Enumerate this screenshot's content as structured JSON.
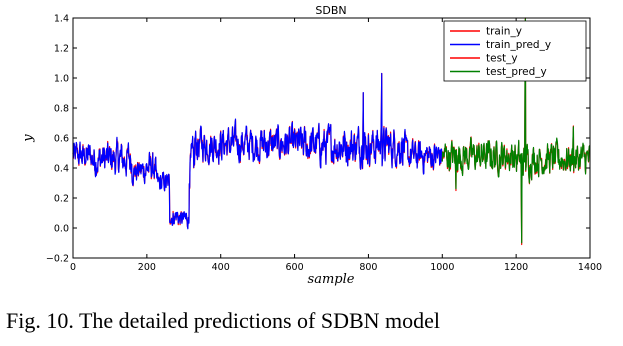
{
  "chart_data": {
    "type": "line",
    "title": "SDBN",
    "xlabel": "sample",
    "ylabel": "y",
    "xlim": [
      0,
      1400
    ],
    "ylim": [
      -0.2,
      1.4
    ],
    "x_ticks": [
      "0",
      "200",
      "400",
      "600",
      "800",
      "1000",
      "1200",
      "1400"
    ],
    "y_ticks": [
      "−0.2",
      "0.0",
      "0.2",
      "0.4",
      "0.6",
      "0.8",
      "1.0",
      "1.2",
      "1.4"
    ],
    "legend_position": "top-right",
    "grid": false,
    "series": [
      {
        "name": "train_y",
        "color": "#ff0000",
        "x_range": [
          0,
          1000
        ]
      },
      {
        "name": "train_pred_y",
        "color": "#0000ff",
        "x_range": [
          0,
          1000
        ]
      },
      {
        "name": "test_y",
        "color": "#ff0000",
        "x_range": [
          1000,
          1400
        ]
      },
      {
        "name": "test_pred_y",
        "color": "#008000",
        "x_range": [
          1000,
          1400
        ]
      }
    ],
    "segments": [
      {
        "x": [
          0,
          50
        ],
        "mean": 0.48,
        "spread": 0.08
      },
      {
        "x": [
          50,
          160
        ],
        "mean": 0.46,
        "spread": 0.1
      },
      {
        "x": [
          160,
          190
        ],
        "mean": 0.38,
        "spread": 0.07
      },
      {
        "x": [
          190,
          225
        ],
        "mean": 0.4,
        "spread": 0.09
      },
      {
        "x": [
          225,
          262
        ],
        "mean": 0.3,
        "spread": 0.06
      },
      {
        "x": [
          262,
          285
        ],
        "mean": 0.08,
        "spread": 0.05
      },
      {
        "x": [
          285,
          315
        ],
        "mean": 0.06,
        "spread": 0.05
      },
      {
        "x": [
          315,
          330
        ],
        "mean": 0.42,
        "spread": 0.12
      },
      {
        "x": [
          330,
          620
        ],
        "mean": 0.56,
        "spread": 0.1
      },
      {
        "x": [
          620,
          900
        ],
        "mean": 0.55,
        "spread": 0.11
      },
      {
        "x": [
          900,
          1000
        ],
        "mean": 0.48,
        "spread": 0.09
      },
      {
        "x": [
          1000,
          1200
        ],
        "mean": 0.48,
        "spread": 0.09
      },
      {
        "x": [
          1200,
          1240
        ],
        "mean": 0.45,
        "spread": 0.1
      },
      {
        "x": [
          1240,
          1400
        ],
        "mean": 0.46,
        "spread": 0.09
      }
    ],
    "notable_points": [
      {
        "x": 836,
        "y": 1.03
      },
      {
        "x": 786,
        "y": 0.9
      },
      {
        "x": 270,
        "y": 0.02
      },
      {
        "x": 1215,
        "y": -0.11
      },
      {
        "x": 1225,
        "y": 1.4
      },
      {
        "x": 1355,
        "y": 0.68
      },
      {
        "x": 1037,
        "y": 0.25
      }
    ]
  },
  "caption": "Fig. 10. The detailed predictions of SDBN model"
}
